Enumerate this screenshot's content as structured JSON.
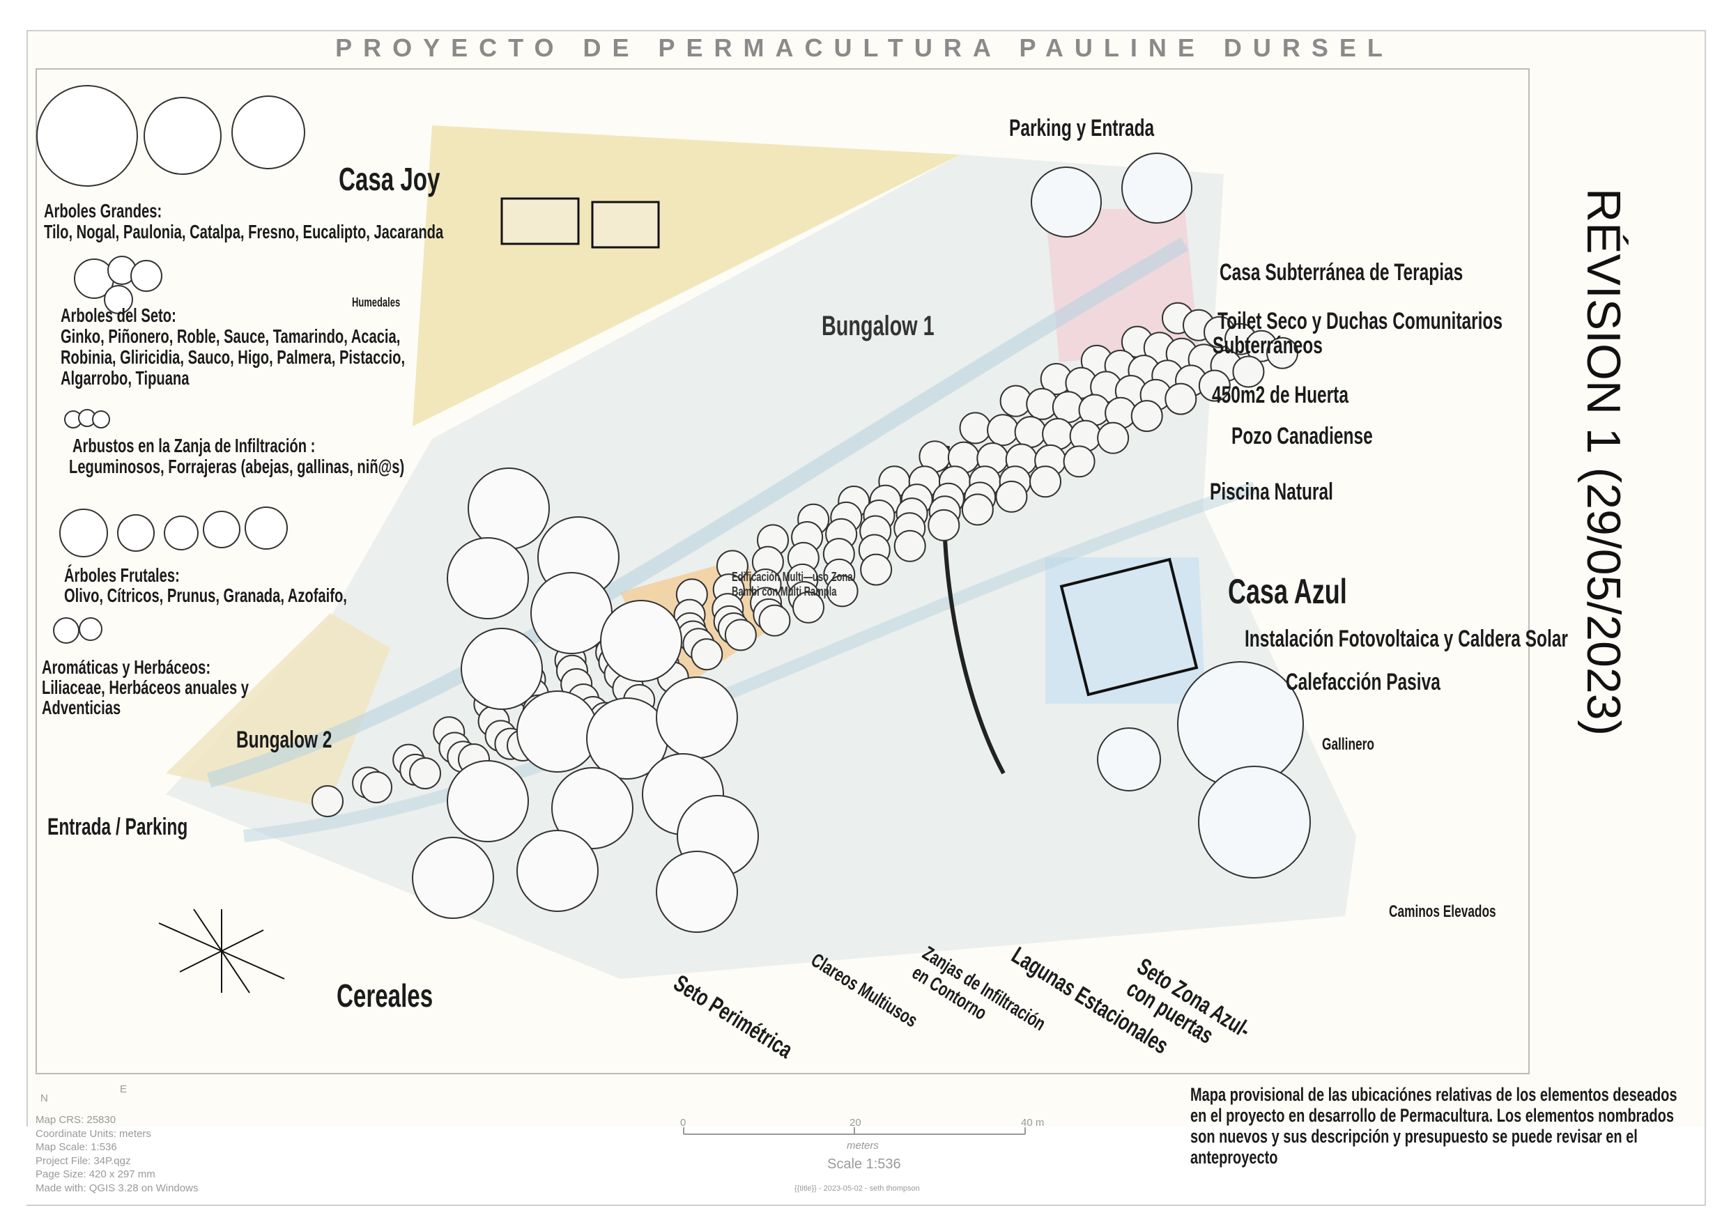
{
  "title": "PROYECTO DE PERMACULTURA PAULINE DURSEL",
  "revision": "RÉVISION 1 (29/05/2023)",
  "legend": {
    "large_trees": {
      "heading": "Arboles Grandes:",
      "items": "Tilo, Nogal, Paulonia, Catalpa, Fresno, Eucalipto, Jacaranda"
    },
    "hedge_trees": {
      "heading": "Arboles del Seto:",
      "lines": [
        "Ginko, Piñonero, Roble, Sauce, Tamarindo, Acacia,",
        "Robinia, Gliricidia, Sauco, Higo, Palmera, Pistaccio,",
        "Algarrobo, Tipuana"
      ]
    },
    "shrubs": {
      "heading": "Arbustos en la Zanja de Infiltración :",
      "items": "Leguminosos, Forrajeras (abejas, gallinas, niñ@s)"
    },
    "fruit_trees": {
      "heading": "Árboles Frutales:",
      "items": "Olivo, Cítricos, Prunus, Granada, Azofaifo,"
    },
    "herbs": {
      "heading": "Aromáticas y Herbáceos:",
      "lines": [
        "Liliaceae, Herbáceos anuales y",
        "Adventicias"
      ]
    }
  },
  "map_labels": {
    "parking_entrada": "Parking y Entrada",
    "casa_joy": "Casa Joy",
    "humedales": "Humedales",
    "bungalow1": "Bungalow 1",
    "bungalow2": "Bungalow 2",
    "entrada_parking": "Entrada / Parking",
    "cereales": "Cereales",
    "edificacion": [
      "Edificación Multi—uso Zona",
      "Bambi con Multi Rampla"
    ],
    "casa_subterranea": "Casa Subterránea de Terapias",
    "toilet": [
      "Toilet Seco y Duchas Comunitarios",
      "Subterráneos"
    ],
    "huerta": "450m2 de Huerta",
    "pozo": "Pozo Canadiense",
    "piscina": "Piscina Natural",
    "casa_azul": "Casa Azul",
    "fotovoltaica": "Instalación Fotovoltaica y Caldera Solar",
    "calefaccion": "Calefacción  Pasiva",
    "gallinero": "Gallinero",
    "caminos": "Caminos Elevados",
    "seto_perimetrica": "Seto Perimétrica",
    "clareos": "Clareos Multiusos",
    "zanjas": [
      "Zanjas de Infiltración",
      "en Contorno"
    ],
    "lagunas": "Lagunas Estacionales",
    "seto_azul": [
      "Seto Zona Azul-",
      "con puertas"
    ]
  },
  "compass": {
    "n": "N",
    "e": "E"
  },
  "map_meta": [
    "Map CRS: 25830",
    "Coordinate Units: meters",
    "Map Scale:  1:536",
    "Project File:  34P.qgz",
    "Page Size: 420 x 297 mm",
    "Made with: QGIS 3.28 on Windows"
  ],
  "scale_bar": {
    "ticks": [
      "0",
      "20",
      "40 m"
    ],
    "units": "meters",
    "scale": "Scale 1:536",
    "credit": "{{title}} - 2023-05-02 - seth thompson"
  },
  "description": "Mapa provisional de las ubicaciónes relativas de los elementos deseados en el proyecto en desarrollo de Permacultura.  Los elementos nombrados son nuevos y sus descripción y presupuesto se puede revisar en el anteproyecto",
  "colors": {
    "joy": "#efe3b0",
    "azul": "#cfe3ef",
    "pink": "#f2d3d8",
    "orange": "#f3cf9c",
    "parcel": "#e6ebea"
  }
}
